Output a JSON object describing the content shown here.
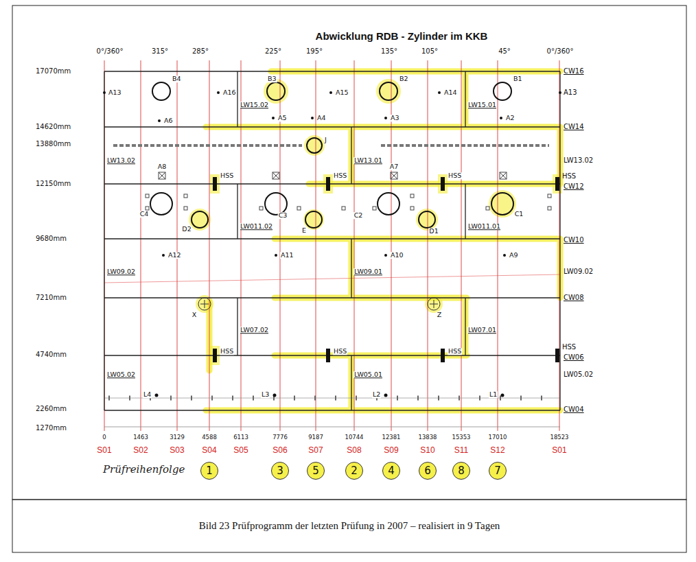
{
  "diagram": {
    "title": "Abwicklung RDB - Zylinder im KKB",
    "caption": "Bild 23 Prüfprogramm der letzten Prüfung in 2007 – realisiert in 9 Tagen",
    "nodes": [
      {
        "text": [
          "1"
        ]
      },
      {
        "text": [
          "3"
        ]
      },
      {
        "text": [
          "5"
        ]
      },
      {
        "text": [
          "2"
        ]
      },
      {
        "text": [
          "4"
        ]
      },
      {
        "text": [
          "6"
        ]
      },
      {
        "text": [
          "8"
        ]
      },
      {
        "text": [
          "7"
        ]
      }
    ],
    "labels": [
      "0°/360°",
      "315°",
      "285°",
      "225°",
      "195°",
      "135°",
      "105°",
      "45°",
      "0°/360°",
      "17070mm",
      "14620mm",
      "13880mm",
      "12150mm",
      "9680mm",
      "7210mm",
      "4740mm",
      "2260mm",
      "1270mm",
      "CW16",
      "CW14",
      "LW13.02",
      "CW12",
      "CW10",
      "LW09.02",
      "CW08",
      "HSS",
      "CW06",
      "LW05.02",
      "CW04",
      "A13",
      "B4",
      "A16",
      "B3",
      "A15",
      "B2",
      "A14",
      "B1",
      "A13",
      "LW15.02",
      "LW15.01",
      "A6",
      "A5",
      "A4",
      "A3",
      "A2",
      "J",
      "LW13.02",
      "LW13.01",
      "A8",
      "A7",
      "HSS",
      "HSS",
      "HSS",
      "HSS",
      "C4",
      "D2",
      "LW011.02",
      "C3",
      "E",
      "C2",
      "D1",
      "LW011.01",
      "C1",
      "A12",
      "A11",
      "A10",
      "A9",
      "LW09.02",
      "LW09.01",
      "X",
      "Z",
      "LW07.02",
      "LW07.01",
      "HSS",
      "HSS",
      "HSS",
      "LW05.01",
      "LW05.02",
      "L4",
      "L3",
      "L2",
      "L1",
      "0",
      "1463",
      "3129",
      "4588",
      "6113",
      "7776",
      "9187",
      "10744",
      "12381",
      "13838",
      "15353",
      "17010",
      "18523",
      "S01",
      "S02",
      "S03",
      "S04",
      "S05",
      "S06",
      "S07",
      "S08",
      "S09",
      "S10",
      "S11",
      "S12",
      "S01",
      "Prüfreihenfolge"
    ]
  }
}
